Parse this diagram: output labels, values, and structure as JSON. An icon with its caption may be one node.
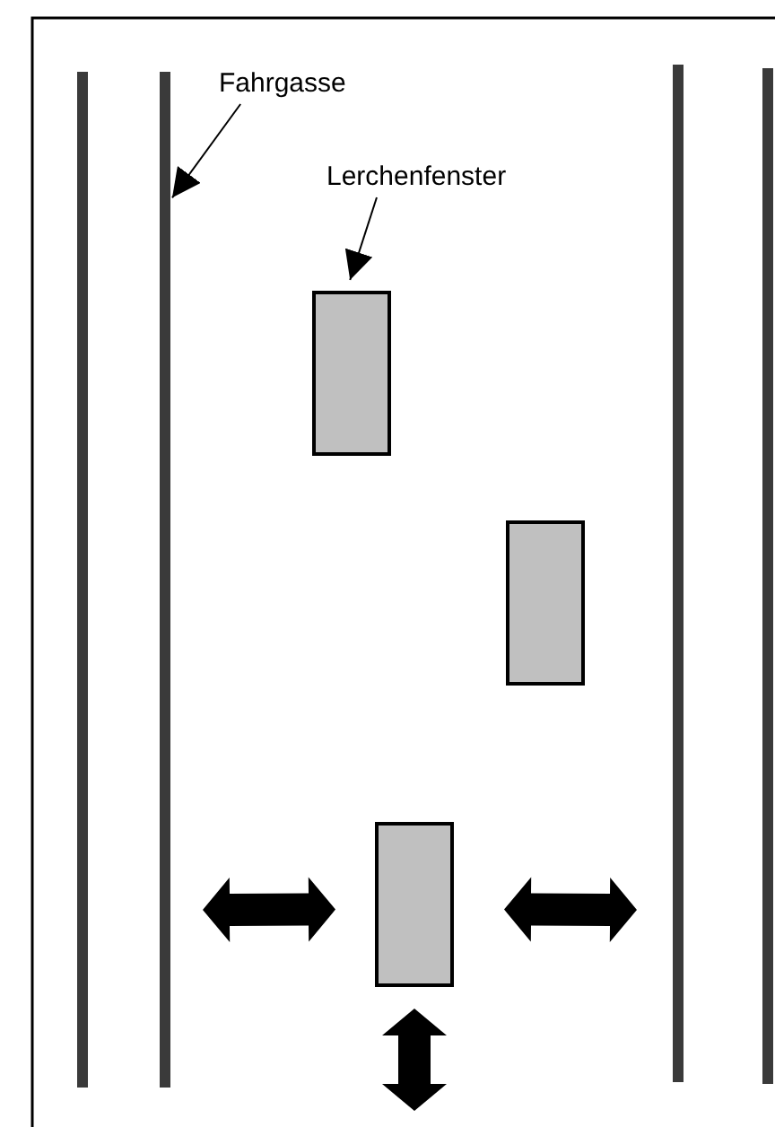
{
  "diagram": {
    "nodes": [
      {
        "text": [
          "Fahrgasse"
        ]
      },
      {
        "text": [
          "Lerchenfenster"
        ]
      },
      {
        "text": [],
        "shape": "bar"
      },
      {
        "text": [],
        "shape": "bar"
      },
      {
        "text": [],
        "shape": "bar"
      },
      {
        "text": [],
        "shape": "bar"
      },
      {
        "text": [],
        "shape": "box"
      },
      {
        "text": [],
        "shape": "box"
      },
      {
        "text": [],
        "shape": "box"
      }
    ],
    "edges": [
      {
        "from": 0,
        "to": 3,
        "arrow": "to"
      },
      {
        "from": 1,
        "to": 6,
        "arrow": "to"
      },
      {
        "from": 3,
        "to": 8,
        "arrow": "both",
        "style": "thick"
      },
      {
        "from": 8,
        "to": 4,
        "arrow": "both",
        "style": "thick"
      },
      {
        "from": 8,
        "to": null,
        "arrow": "both",
        "style": "thick"
      }
    ]
  }
}
